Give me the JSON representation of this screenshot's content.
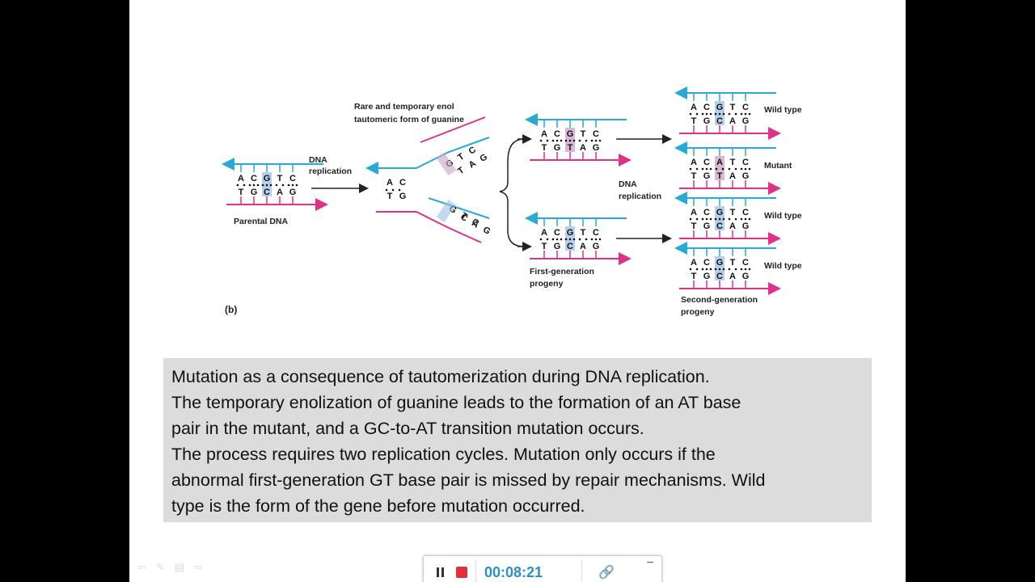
{
  "figure": {
    "panel_label": "(b)",
    "labels": {
      "dna_replication_1": [
        "DNA",
        "replication"
      ],
      "dna_replication_2": [
        "DNA",
        "replication"
      ],
      "enol_note": [
        "Rare and temporary enol",
        "tautomeric form of guanine"
      ],
      "parental": "Parental DNA",
      "first_gen": [
        "First-generation",
        "progeny"
      ],
      "second_gen": [
        "Second-generation",
        "progeny"
      ],
      "wild_type": "Wild type",
      "mutant": "Mutant"
    },
    "parental_top": [
      "A",
      "C",
      "G",
      "T",
      "C"
    ],
    "parental_bottom": [
      "T",
      "G",
      "C",
      "A",
      "G"
    ],
    "fork_top": [
      "A",
      "C"
    ],
    "fork_bottom": [
      "T",
      "G"
    ],
    "fork_upper_arm": [
      "G",
      "T",
      "C"
    ],
    "fork_upper_arm_pair": [
      "T",
      "A",
      "G"
    ],
    "fork_lower_arm": [
      "G",
      "T",
      "C"
    ],
    "fork_lower_arm_pair": [
      "C",
      "A",
      "G"
    ],
    "first_gen_top_a": [
      "A",
      "C",
      "G",
      "T",
      "C"
    ],
    "first_gen_bottom_a": [
      "T",
      "G",
      "T",
      "A",
      "G"
    ],
    "first_gen_top_b": [
      "A",
      "C",
      "G",
      "T",
      "C"
    ],
    "first_gen_bottom_b": [
      "T",
      "G",
      "C",
      "A",
      "G"
    ],
    "second_gen": [
      {
        "top": [
          "A",
          "C",
          "G",
          "T",
          "C"
        ],
        "bottom": [
          "T",
          "G",
          "C",
          "A",
          "G"
        ],
        "label": "Wild type"
      },
      {
        "top": [
          "A",
          "C",
          "A",
          "T",
          "C"
        ],
        "bottom": [
          "T",
          "G",
          "T",
          "A",
          "G"
        ],
        "label": "Mutant"
      },
      {
        "top": [
          "A",
          "C",
          "G",
          "T",
          "C"
        ],
        "bottom": [
          "T",
          "G",
          "C",
          "A",
          "G"
        ],
        "label": "Wild type"
      },
      {
        "top": [
          "A",
          "C",
          "G",
          "T",
          "C"
        ],
        "bottom": [
          "T",
          "G",
          "C",
          "A",
          "G"
        ],
        "label": "Wild type"
      }
    ],
    "colors": {
      "top_strand": "#29a9d6",
      "bottom_strand": "#e0318a",
      "highlight": "#9dbfe6",
      "mutant_highlight": "#c9a1c9"
    }
  },
  "caption": {
    "lines": [
      "Mutation as a consequence of tautomerization during DNA replication.",
      "The temporary enolization of guanine leads to the formation of an AT base",
      "pair in the mutant, and a GC-to-AT transition mutation occurs.",
      "The process requires two replication cycles.  Mutation only occurs if the",
      "abnormal first-generation GT base pair is missed by repair mechanisms. Wild",
      "type is the form of the gene before mutation occurred."
    ]
  },
  "recorder": {
    "timer": "00:08:21",
    "pause_icon": "pause-icon",
    "stop_icon": "stop-icon",
    "link_icon": "link-icon",
    "minimize_icon": "minimize-icon"
  }
}
